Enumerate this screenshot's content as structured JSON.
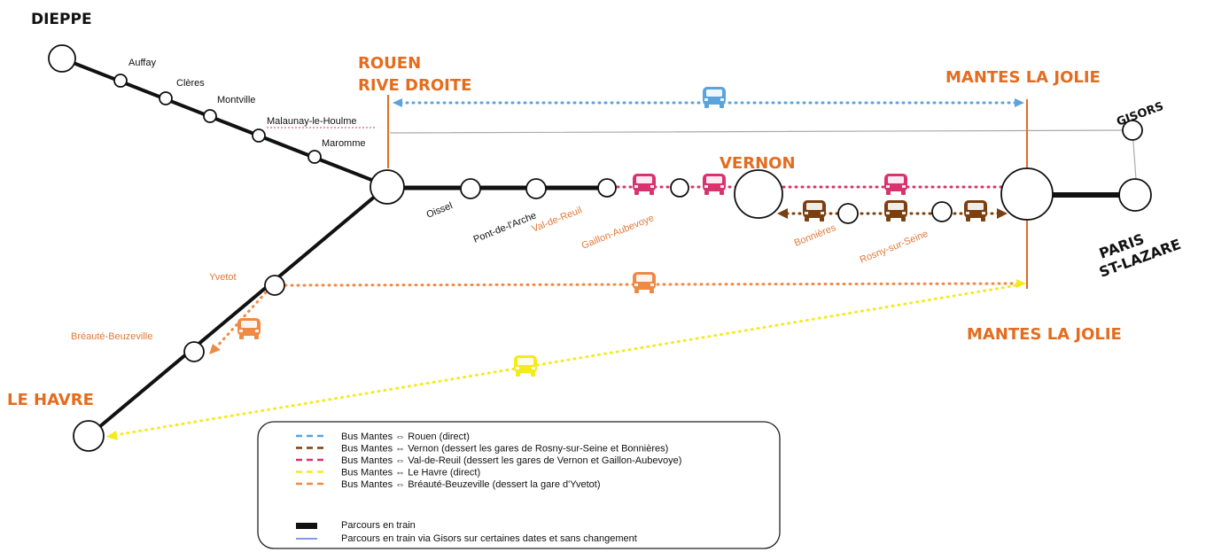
{
  "title_places": {
    "dieppe": "DIEPPE",
    "rouen_1": "ROUEN",
    "rouen_2": "RIVE DROITE",
    "mantes_top": "MANTES LA JOLIE",
    "mantes_bottom": "MANTES LA JOLIE",
    "vernon": "VERNON",
    "gisors": "GISORS",
    "paris_1": "PARIS",
    "paris_2": "ST-LAZARE",
    "le_havre": "LE HAVRE"
  },
  "stations": {
    "auffay": "Auffay",
    "cleres": "Clères",
    "montville": "Montville",
    "malaunay": "Malaunay-le-Houlme",
    "maromme": "Maromme",
    "oissel": "Oissel",
    "pont_de_larche": "Pont-de-l'Arche",
    "val_de_reuil": "Val-de-Reuil",
    "gaillon": "Gaillon-Aubevoye",
    "bonnieres": "Bonnières",
    "rosny": "Rosny-sur-Seine",
    "yvetot": "Yvetot",
    "breaute": "Bréauté-Beuzeville"
  },
  "colors": {
    "rail": "#111111",
    "accent_orange": "#e46c1f",
    "bus_blue": "#5aa3dd",
    "bus_brown": "#7b3f10",
    "bus_pink": "#d8336e",
    "bus_yellow": "#f5ea1a",
    "bus_orange": "#ef8a45",
    "gisors_line": "#aaaaaa"
  },
  "icons": [
    "bus-icon"
  ],
  "legend": {
    "items": [
      {
        "color": "#5aa3dd",
        "label": "Bus Mantes ⇔ Rouen (direct)"
      },
      {
        "color": "#7b3f10",
        "label": "Bus Mantes ⇔ Vernon (dessert les gares de Rosny-sur-Seine et Bonnières)"
      },
      {
        "color": "#d8336e",
        "label": "Bus Mantes ⇔ Val-de-Reuil (dessert les gares de Vernon et Gaillon-Aubevoye)"
      },
      {
        "color": "#f5ea1a",
        "label": "Bus Mantes ⇔ Le Havre (direct)"
      },
      {
        "color": "#ef8a45",
        "label": "Bus Mantes ⇔ Bréauté-Beuzeville (dessert la gare d'Yvetot)"
      }
    ],
    "train_label": "Parcours en train",
    "gisors_label": "Parcours en train via Gisors sur certaines dates et sans changement"
  }
}
